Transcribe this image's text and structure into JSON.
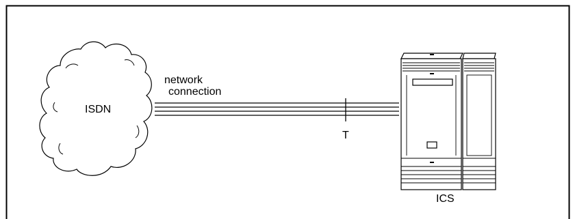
{
  "diagram": {
    "cloud_label": "ISDN",
    "connection_label_line1": "network",
    "connection_label_line2": "connection",
    "reference_point_label": "T",
    "equipment_label": "ICS"
  },
  "colors": {
    "line": "#000000",
    "background": "#ffffff"
  }
}
